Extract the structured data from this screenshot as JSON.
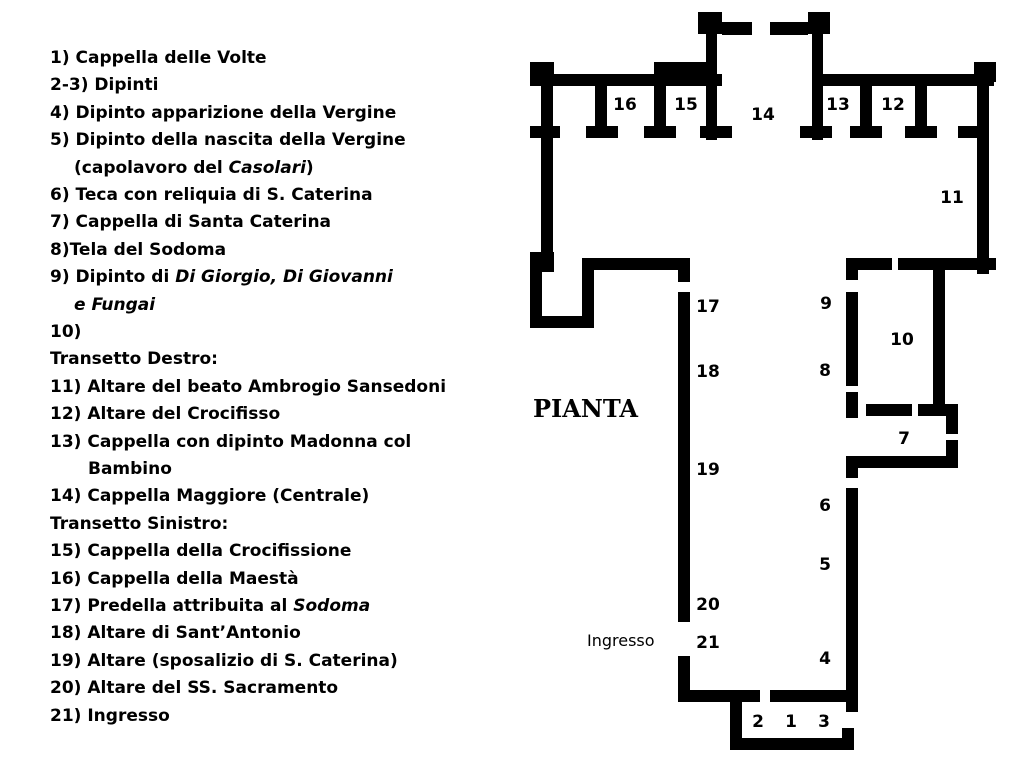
{
  "legend": [
    {
      "text": "1)    Cappella delle Volte"
    },
    {
      "text": "2-3)  Dipinti"
    },
    {
      "text": "4) Dipinto apparizione della Vergine"
    },
    {
      "text": "5) Dipinto della nascita della Vergine"
    },
    {
      "text": "(capolavoro del ",
      "italic": "Casolari",
      "after": ")",
      "indent": 1
    },
    {
      "text": "6) Teca con reliquia di S. Caterina"
    },
    {
      "text": "7) Cappella di Santa Caterina"
    },
    {
      "text": "8)Tela del Sodoma"
    },
    {
      "text": "9) Dipinto di ",
      "italic": "Di Giorgio, Di Giovanni"
    },
    {
      "text": "",
      "italic": "e Fungai",
      "indent": 1
    },
    {
      "text": "10)"
    },
    {
      "text": "Transetto Destro:"
    },
    {
      "text": "11) Altare del beato Ambrogio Sansedoni"
    },
    {
      "text": "12) Altare del Crocifisso"
    },
    {
      "text": "13) Cappella con dipinto Madonna col"
    },
    {
      "text": "Bambino",
      "indent": 2
    },
    {
      "text": "14)  Cappella Maggiore (Centrale)"
    },
    {
      "text": "Transetto Sinistro:"
    },
    {
      "text": "15) Cappella della Crocifissione"
    },
    {
      "text": "16) Cappella della Maestà"
    },
    {
      "text": "17)  Predella attribuita al ",
      "italic": "Sodoma"
    },
    {
      "text": "18) Altare di Sant’Antonio"
    },
    {
      "text": "19) Altare (sposalizio di S. Caterina)"
    },
    {
      "text": "20) Altare del SS. Sacramento"
    },
    {
      "text": "21) Ingresso"
    }
  ],
  "plan": {
    "title": "PIANTA",
    "entrance_label": "Ingresso",
    "numbers": [
      "1",
      "2",
      "3",
      "4",
      "5",
      "6",
      "7",
      "8",
      "9",
      "10",
      "11",
      "12",
      "13",
      "14",
      "15",
      "16",
      "17",
      "18",
      "19",
      "20",
      "21"
    ]
  }
}
